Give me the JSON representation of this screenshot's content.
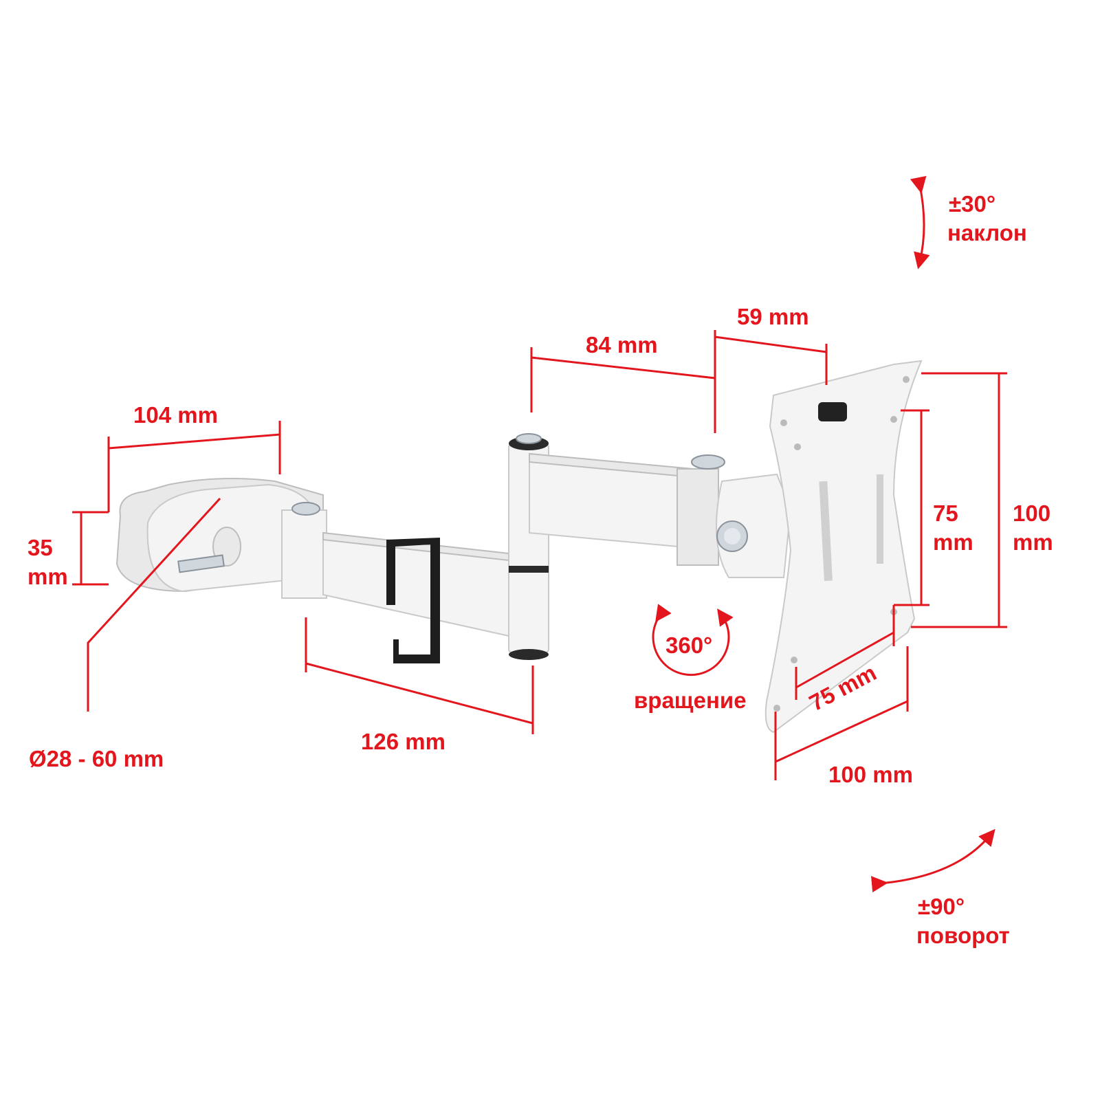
{
  "colors": {
    "accent": "#e3161d",
    "mount": "#f4f4f4",
    "hook": "#1e1e1e"
  },
  "tilt": {
    "value": "±30°",
    "label": "наклон"
  },
  "swivel": {
    "value": "±90°",
    "label": "поворот"
  },
  "rotation": {
    "value": "360°",
    "label": "вращение"
  },
  "dimensions": {
    "clamp_width": "104 mm",
    "clamp_height_value": "35",
    "clamp_height_unit": "mm",
    "clamp_diameter": "Ø28 - 60 mm",
    "arm1_length": "126 mm",
    "arm2_length": "84 mm",
    "head_length": "59 mm",
    "vesa_small_h_value": "75",
    "vesa_small_h_unit": "mm",
    "vesa_large_h_value": "100",
    "vesa_large_h_unit": "mm",
    "vesa_small_w": "75 mm",
    "vesa_large_w": "100 mm"
  }
}
